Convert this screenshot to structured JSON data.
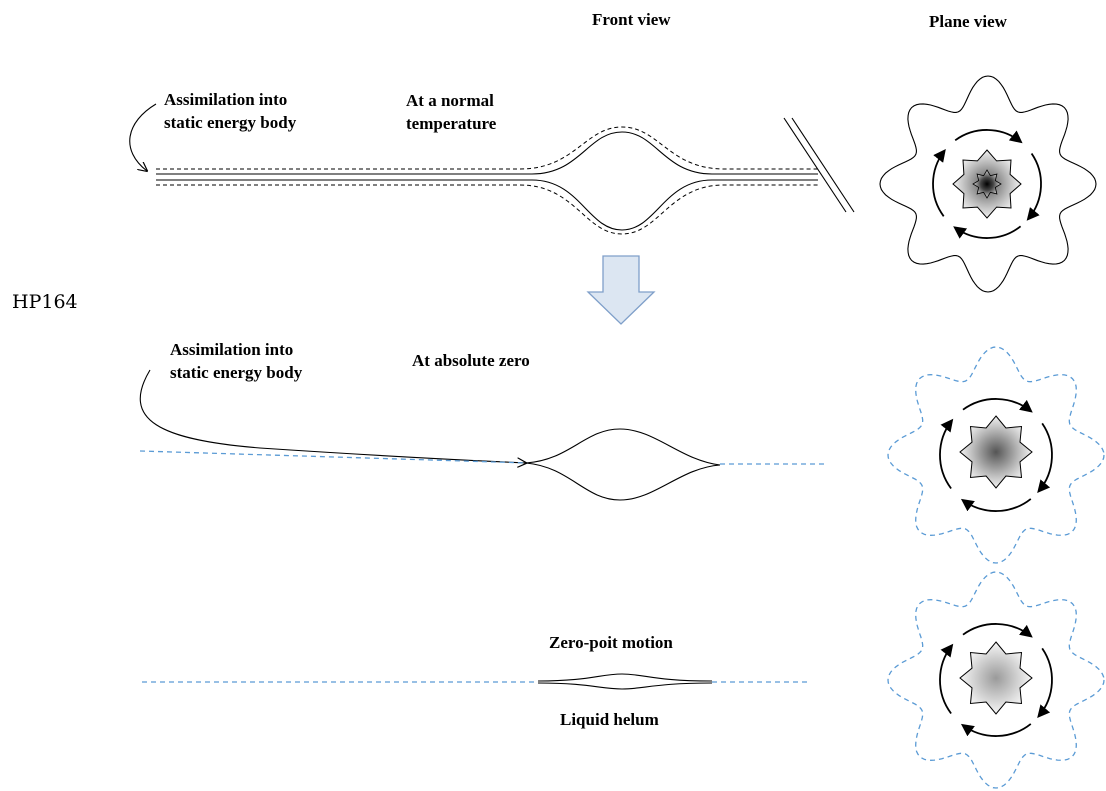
{
  "headers": {
    "front_view": "Front view",
    "plane_view": "Plane view"
  },
  "side_label": "HP164",
  "row1": {
    "assimilation_line1": "Assimilation into",
    "assimilation_line2": "static energy body",
    "condition_line1": "At  a normal",
    "condition_line2": "temperature"
  },
  "row2": {
    "assimilation_line1": "Assimilation into",
    "assimilation_line2": "static energy body",
    "condition": "At  absolute zero"
  },
  "row3": {
    "top_label": "Zero-poit motion",
    "bottom_label": "Liquid helum"
  },
  "colors": {
    "dashed_line": "#5b9bd5",
    "arrow_fill": "#dce6f2",
    "arrow_stroke": "#7f9fc9"
  }
}
